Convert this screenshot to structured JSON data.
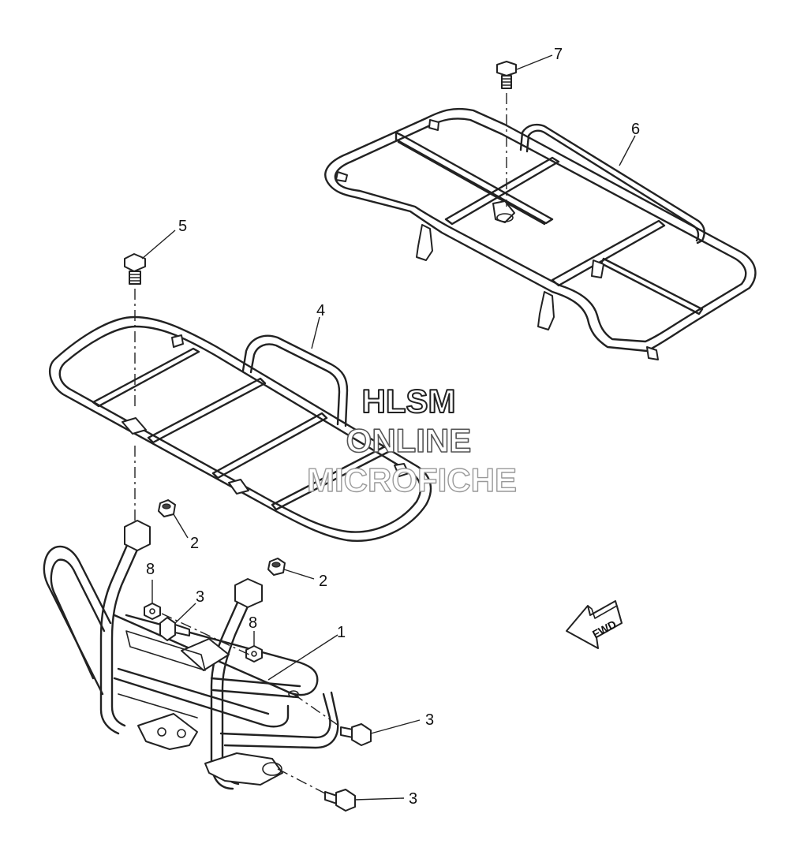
{
  "callouts": {
    "c1": "1",
    "c2a": "2",
    "c2b": "2",
    "c3a": "3",
    "c3b": "3",
    "c3c": "3",
    "c4": "4",
    "c5": "5",
    "c6": "6",
    "c7": "7",
    "c8a": "8",
    "c8b": "8"
  },
  "watermark": {
    "line1": "HLSM",
    "line2": "ONLINE",
    "line3": "MICROFICHE"
  },
  "fwd_label": "FWD",
  "colors": {
    "ink": "#222222",
    "background": "#ffffff",
    "watermark_stroke": "#666666"
  }
}
